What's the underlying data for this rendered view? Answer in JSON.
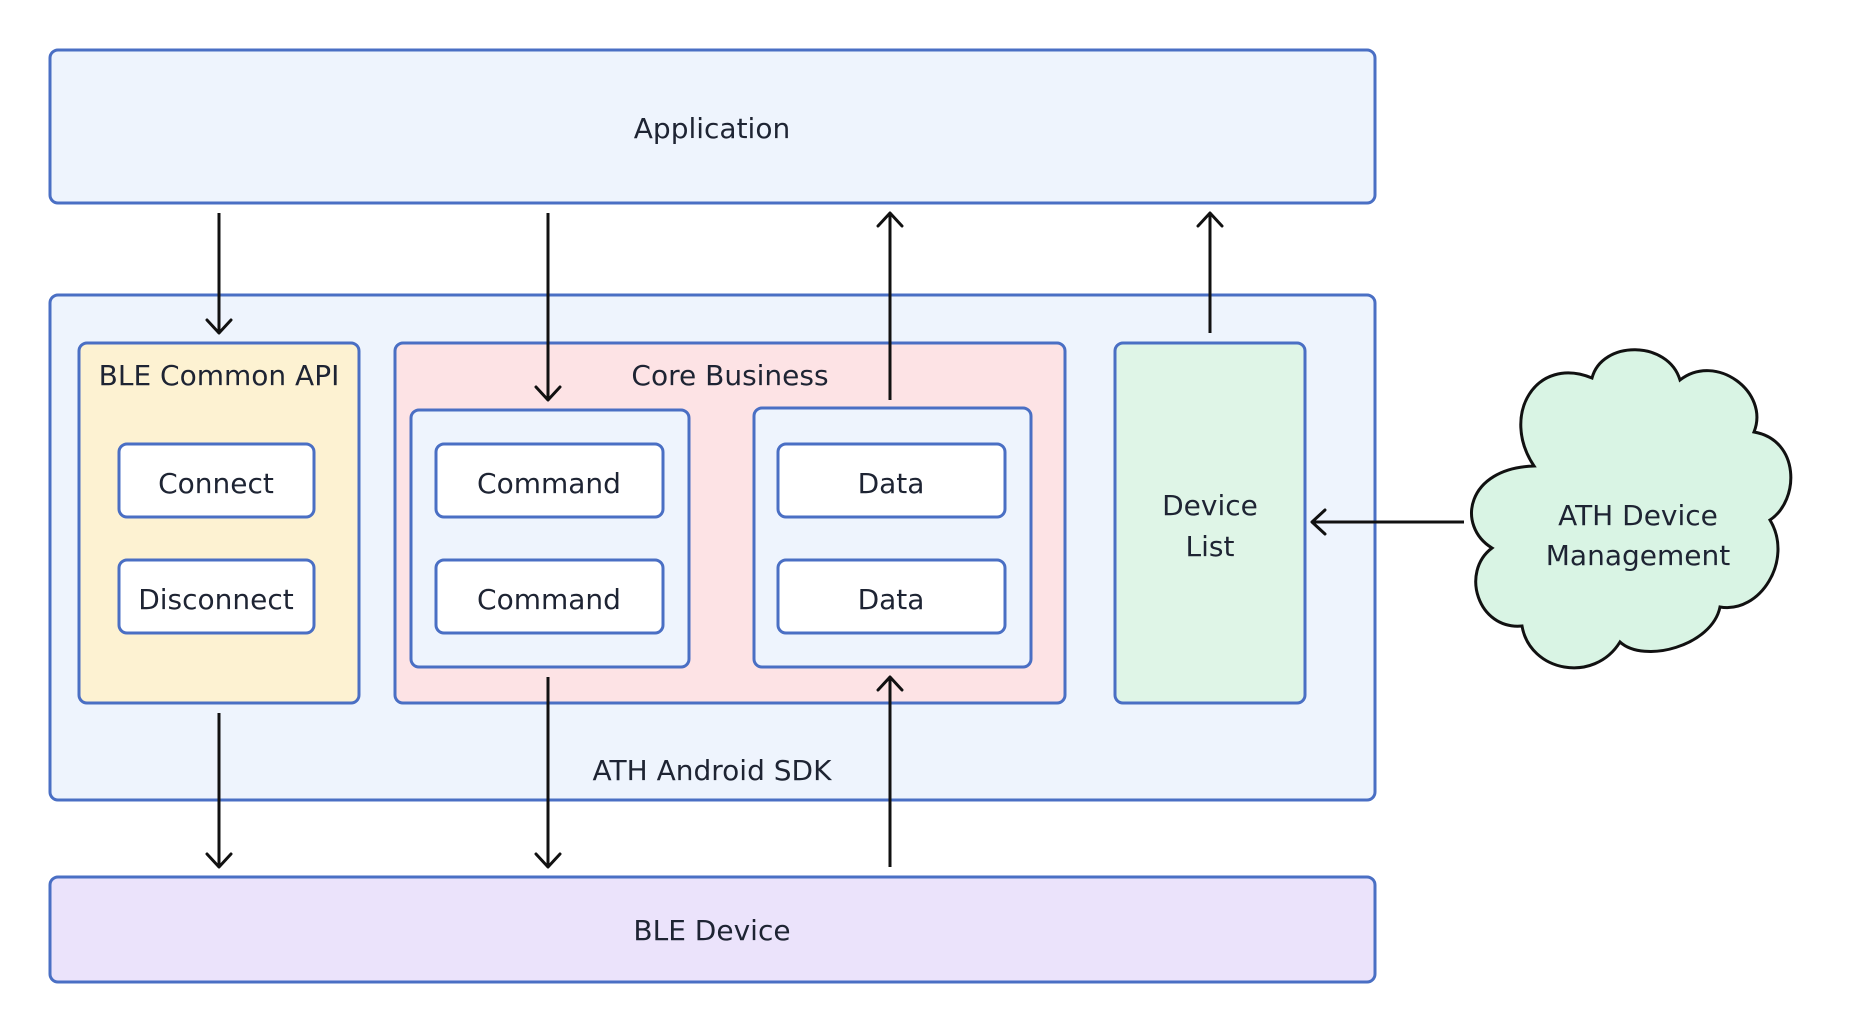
{
  "diagram": {
    "application": {
      "label": "Application"
    },
    "sdk": {
      "label": "ATH Android SDK"
    },
    "ble_common_api": {
      "title": "BLE Common API",
      "items": [
        "Connect",
        "Disconnect"
      ]
    },
    "core_business": {
      "title": "Core Business",
      "commands": [
        "Command",
        "Command"
      ],
      "data": [
        "Data",
        "Data"
      ]
    },
    "device_list": {
      "line1": "Device",
      "line2": "List"
    },
    "ble_device": {
      "label": "BLE Device"
    },
    "cloud": {
      "line1": "ATH Device",
      "line2": "Management"
    },
    "colors": {
      "border": "#4a6fc4",
      "application_fill": "#eef4fd",
      "sdk_fill": "#eef4fd",
      "ble_api_fill": "#fdf2d2",
      "core_fill": "#fde3e5",
      "sub_fill": "#eef4fd",
      "device_list_fill": "#dff5e7",
      "ble_device_fill": "#ebe3fb",
      "cloud_fill": "#d9f4e4"
    }
  }
}
